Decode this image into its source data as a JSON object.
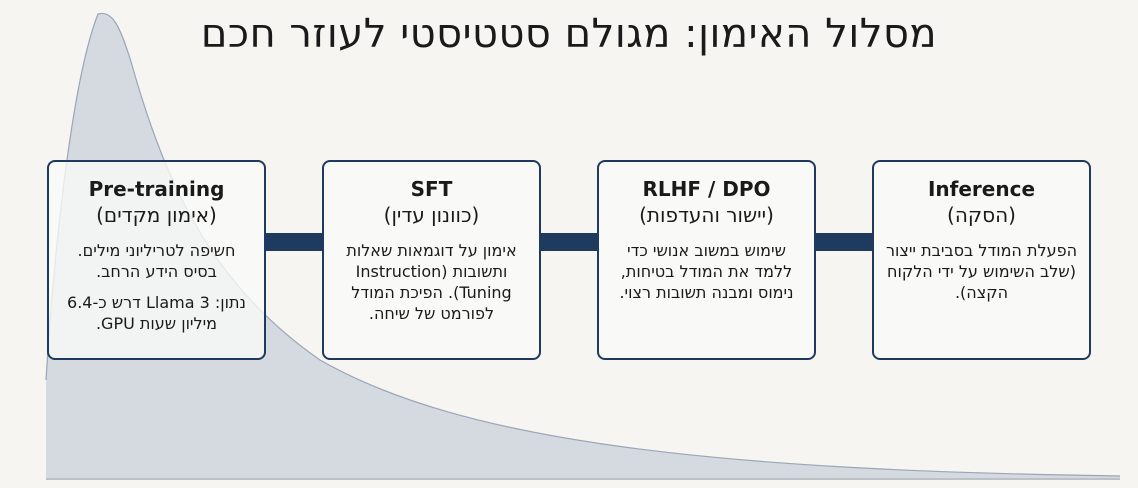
{
  "title": "מסלול האימון: מגולם סטטיסטי לעוזר חכם",
  "stages": [
    {
      "name": "Pre-training",
      "subtitle": "(אימון מקדים)",
      "description": "חשיפה לטריליוני מילים. בסיס הידע הרחב.",
      "note": "נתון: Llama 3 דרש כ-6.4 מיליון שעות GPU."
    },
    {
      "name": "SFT",
      "subtitle": "(כוונון עדין)",
      "description": "אימון על דוגמאות שאלות ותשובות (Instruction Tuning). הפיכת המודל לפורמט של שיחה."
    },
    {
      "name": "RLHF / DPO",
      "subtitle": "(יישור והעדפות)",
      "description": "שימוש במשוב אנושי כדי ללמד את המודל בטיחות, נימוס ומבנה תשובות רצוי."
    },
    {
      "name": "Inference",
      "subtitle": "(הסקה)",
      "description": "הפעלת המודל בסביבת ייצור (שלב השימוש על ידי הלקוח הקצה)."
    }
  ],
  "colors": {
    "background": "#f6f5f1",
    "box_border": "#1f3a5f",
    "connector": "#1f3a5f",
    "curve_fill": "#c9cfda",
    "curve_stroke": "#9aa6b8"
  }
}
